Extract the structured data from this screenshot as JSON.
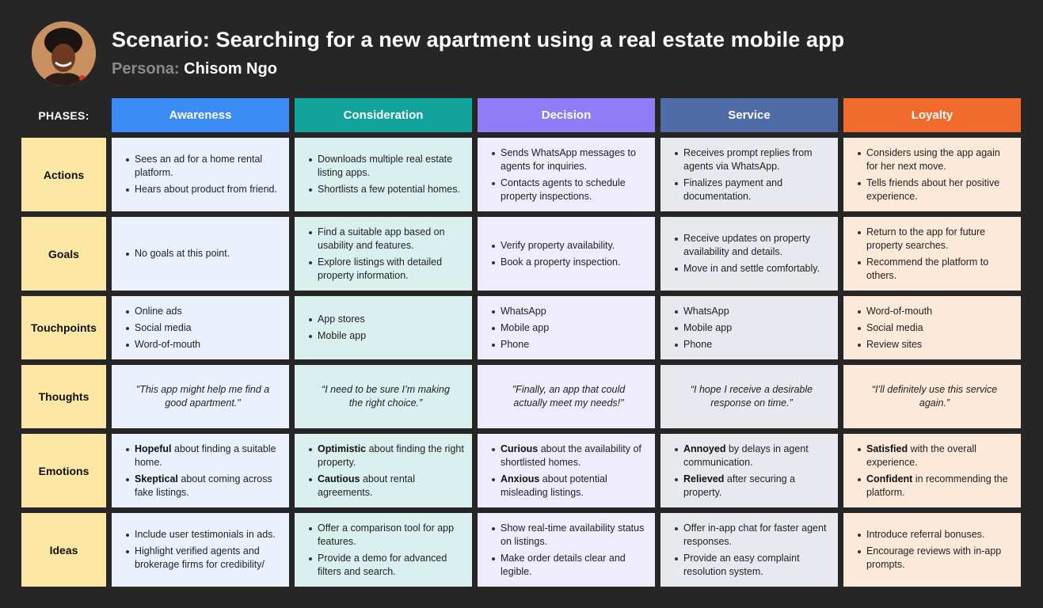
{
  "header": {
    "title": "Scenario: Searching for a new apartment using a real estate mobile app",
    "persona_label": "Persona:",
    "persona_name": "Chisom Ngo"
  },
  "phases_label": "PHASES:",
  "phases": [
    {
      "label": "Awareness",
      "color": "#3b8df5"
    },
    {
      "label": "Consideration",
      "color": "#11a39c"
    },
    {
      "label": "Decision",
      "color": "#8f7cf6"
    },
    {
      "label": "Service",
      "color": "#4f6ca6"
    },
    {
      "label": "Loyalty",
      "color": "#f06b2c"
    }
  ],
  "rows": [
    {
      "label": "Actions",
      "cells": [
        {
          "items": [
            {
              "text": "Sees an ad for a home rental platform."
            },
            {
              "text": "Hears about product from friend."
            }
          ]
        },
        {
          "items": [
            {
              "text": "Downloads multiple real estate listing apps."
            },
            {
              "text": "Shortlists a few potential homes."
            }
          ]
        },
        {
          "items": [
            {
              "text": "Sends WhatsApp messages to agents for inquiries."
            },
            {
              "text": "Contacts agents to schedule property inspections."
            }
          ]
        },
        {
          "items": [
            {
              "text": "Receives prompt replies from agents via WhatsApp."
            },
            {
              "text": "Finalizes payment and documentation."
            }
          ]
        },
        {
          "items": [
            {
              "text": "Considers using the app again for her next move."
            },
            {
              "text": "Tells friends about her positive experience."
            }
          ]
        }
      ]
    },
    {
      "label": "Goals",
      "cells": [
        {
          "items": [
            {
              "text": "No goals at this point."
            }
          ]
        },
        {
          "items": [
            {
              "text": "Find a suitable app based on usability and features."
            },
            {
              "text": "Explore listings with detailed property information."
            }
          ]
        },
        {
          "items": [
            {
              "text": "Verify property availability."
            },
            {
              "text": "Book a property inspection."
            }
          ]
        },
        {
          "items": [
            {
              "text": "Receive updates on property availability and details."
            },
            {
              "text": "Move in and settle comfortably."
            }
          ]
        },
        {
          "items": [
            {
              "text": "Return to the app for future property searches."
            },
            {
              "text": "Recommend the platform to others."
            }
          ]
        }
      ]
    },
    {
      "label": "Touchpoints",
      "cells": [
        {
          "items": [
            {
              "text": "Online ads"
            },
            {
              "text": "Social media"
            },
            {
              "text": "Word-of-mouth"
            }
          ]
        },
        {
          "items": [
            {
              "text": "App stores"
            },
            {
              "text": "Mobile app"
            }
          ]
        },
        {
          "items": [
            {
              "text": "WhatsApp"
            },
            {
              "text": "Mobile app"
            },
            {
              "text": "Phone"
            }
          ]
        },
        {
          "items": [
            {
              "text": "WhatsApp"
            },
            {
              "text": "Mobile app"
            },
            {
              "text": "Phone"
            }
          ]
        },
        {
          "items": [
            {
              "text": "Word-of-mouth"
            },
            {
              "text": "Social media"
            },
            {
              "text": "Review sites"
            }
          ]
        }
      ]
    },
    {
      "label": "Thoughts",
      "cells": [
        {
          "quote": "\"This app might help me find a good apartment.\""
        },
        {
          "quote": "“I need to be sure I’m making the right choice.”"
        },
        {
          "quote": "\"Finally, an app that could actually meet my needs!\""
        },
        {
          "quote": "“I hope I receive a desirable response on time.”"
        },
        {
          "quote": "“I’ll definitely use this service again.”"
        }
      ]
    },
    {
      "label": "Emotions",
      "cells": [
        {
          "items": [
            {
              "bold": "Hopeful",
              "text": " about finding a suitable home."
            },
            {
              "bold": "Skeptical",
              "text": " about coming across fake listings."
            }
          ]
        },
        {
          "items": [
            {
              "bold": "Optimistic",
              "text": " about finding the right property."
            },
            {
              "bold": "Cautious",
              "text": " about rental agreements."
            }
          ]
        },
        {
          "items": [
            {
              "bold": "Curious",
              "text": " about the availability of shortlisted homes."
            },
            {
              "bold": "Anxious",
              "text": " about potential misleading listings."
            }
          ]
        },
        {
          "items": [
            {
              "bold": "Annoyed",
              "text": " by delays in agent communication."
            },
            {
              "bold": "Relieved",
              "text": " after securing a property."
            }
          ]
        },
        {
          "items": [
            {
              "bold": "Satisfied",
              "text": " with the overall experience."
            },
            {
              "bold": "Confident",
              "text": " in recommending the platform."
            }
          ]
        }
      ]
    },
    {
      "label": "Ideas",
      "cells": [
        {
          "items": [
            {
              "text": "Include user testimonials in ads."
            },
            {
              "text": "Highlight verified agents and brokerage firms for credibility/"
            }
          ]
        },
        {
          "items": [
            {
              "text": "Offer a comparison tool for app features."
            },
            {
              "text": "Provide a demo for advanced filters and search."
            }
          ]
        },
        {
          "items": [
            {
              "text": "Show real-time availability status on listings."
            },
            {
              "text": "Make order details clear and legible."
            }
          ]
        },
        {
          "items": [
            {
              "text": "Offer in-app chat for faster agent responses."
            },
            {
              "text": "Provide an easy complaint resolution system."
            }
          ]
        },
        {
          "items": [
            {
              "text": "Introduce referral bonuses."
            },
            {
              "text": "Encourage reviews with in-app prompts."
            }
          ]
        }
      ]
    }
  ]
}
